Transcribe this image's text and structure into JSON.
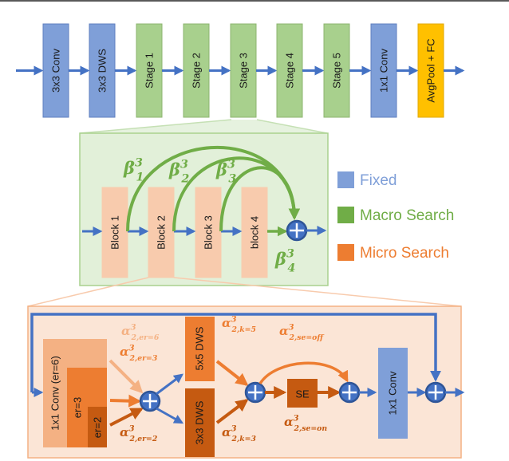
{
  "colors": {
    "fixed": "#7f9fd8",
    "fixed_stroke": "#5f7fbf",
    "macro": "#a8d08d",
    "macro_stroke": "#8cb46f",
    "fixed_last": "#ffc000",
    "arrow_blue": "#4472c4",
    "macro_arrow": "#70ad47",
    "micro": "#ed7d31",
    "micro_light": "#f4b183",
    "micro_bg": "#fbe5d6",
    "block": "#f8cbad",
    "stage_panel": "#e2f0d9",
    "panel_border": "#c5e0b4"
  },
  "pipeline": [
    {
      "label": "3x3 Conv",
      "kind": "fixed"
    },
    {
      "label": "3x3 DWS",
      "kind": "fixed"
    },
    {
      "label": "Stage 1",
      "kind": "macro"
    },
    {
      "label": "Stage 2",
      "kind": "macro"
    },
    {
      "label": "Stage 3",
      "kind": "macro"
    },
    {
      "label": "Stage 4",
      "kind": "macro"
    },
    {
      "label": "Stage 5",
      "kind": "macro"
    },
    {
      "label": "1x1 Conv",
      "kind": "fixed"
    },
    {
      "label": "AvgPool + FC",
      "kind": "last"
    }
  ],
  "stage": {
    "blocks": [
      "Block 1",
      "Block 2",
      "Block 3",
      "block 4"
    ],
    "betas": [
      {
        "sym": "β",
        "sub": "1",
        "sup": "3"
      },
      {
        "sym": "β",
        "sub": "2",
        "sup": "3"
      },
      {
        "sym": "β",
        "sub": "3",
        "sup": "3"
      },
      {
        "sym": "β",
        "sub": "4",
        "sup": "3"
      }
    ]
  },
  "legend": [
    {
      "label": "Fixed",
      "color_key": "fixed"
    },
    {
      "label": "Macro Search",
      "color_key": "macro_arrow"
    },
    {
      "label": "Micro Search",
      "color_key": "micro"
    }
  ],
  "block": {
    "expand_conv": "1x1 Conv (er=6)",
    "er3": "er=3",
    "er2": "er=2",
    "dws5": "5x5 DWS",
    "dws3": "3x3 DWS",
    "se": "SE",
    "proj_conv": "1x1 Conv",
    "alphas": {
      "er6": {
        "sym": "α",
        "sup": "3",
        "sub": "2,er=6"
      },
      "er3": {
        "sym": "α",
        "sup": "3",
        "sub": "2,er=3"
      },
      "er2": {
        "sym": "α",
        "sup": "3",
        "sub": "2,er=2"
      },
      "k5": {
        "sym": "α",
        "sup": "3",
        "sub": "2,k=5"
      },
      "k3": {
        "sym": "α",
        "sup": "3",
        "sub": "2,k=3"
      },
      "se_off": {
        "sym": "α",
        "sup": "3",
        "sub": "2,se=off"
      },
      "se_on": {
        "sym": "α",
        "sup": "3",
        "sub": "2,se=on"
      }
    }
  }
}
